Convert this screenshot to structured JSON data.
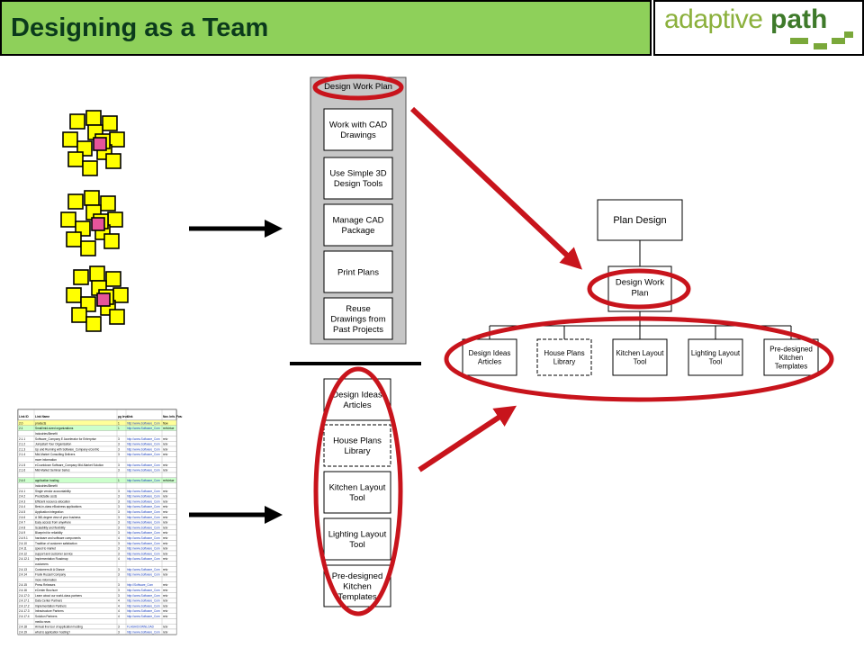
{
  "header": {
    "title": "Designing as a Team",
    "logo": {
      "adaptive": "adaptive",
      "path": "path"
    }
  },
  "work_plan": {
    "title": "Design Work Plan",
    "items": [
      [
        "Work with CAD",
        "Drawings"
      ],
      [
        "Use Simple 3D",
        "Design Tools"
      ],
      [
        "Manage CAD",
        "Package"
      ],
      [
        "Print Plans"
      ],
      [
        "Reuse",
        "Drawings from",
        "Past Projects"
      ]
    ]
  },
  "content_list": {
    "items": [
      [
        "Design Ideas",
        "Articles"
      ],
      [
        "House Plans",
        "Library"
      ],
      [
        "Kitchen Layout",
        "Tool"
      ],
      [
        "Lighting Layout",
        "Tool"
      ],
      [
        "Pre-designed",
        "Kitchen",
        "Templates"
      ]
    ]
  },
  "tree": {
    "root": "Plan Design",
    "mid": [
      "Design Work",
      "Plan"
    ],
    "leaves": [
      [
        "Design Ideas",
        "Articles"
      ],
      [
        "House Plans",
        "Library"
      ],
      [
        "Kitchen Layout",
        "Tool"
      ],
      [
        "Lighting Layout",
        "Tool"
      ],
      [
        "Pre-designed",
        "Kitchen",
        "Templates"
      ]
    ]
  },
  "spreadsheet": {
    "headers": [
      "Link ID",
      "Link Name",
      "pg level",
      "Link",
      "Nav. Info. Fwu"
    ],
    "rows": [
      [
        "2.0",
        "products",
        "1",
        "http://www.Software_Com",
        "flow"
      ],
      [
        "2.1",
        "Small/mid-sized organizations",
        "1",
        "http://www.Software_Com",
        "ret/virtue"
      ],
      [
        "",
        "Industries/Benefit",
        "",
        "",
        ""
      ],
      [
        "2.1.1",
        "Software_Company E Accelerator for Enterprise",
        "3",
        "http://www.Software_Com",
        "retv"
      ],
      [
        "2.1.2",
        "Jumpstart Your Organization",
        "3",
        "http://www.Software_Com",
        "retv"
      ],
      [
        "2.1.3",
        "Up and Running with Software_Company eCentric",
        "3",
        "http://www.Software_Com",
        "retv"
      ],
      [
        "2.1.4",
        "Mid-Market Consulting Delivers",
        "3",
        "http://www.Software_Com",
        "retv"
      ],
      [
        "",
        "more information",
        "",
        "",
        ""
      ],
      [
        "2.1.5",
        "eCountdown Software_Company Mid-Market Solution",
        "3",
        "http://www.Software_Com",
        "retv"
      ],
      [
        "2.1.6",
        "Mid-Market Seminar Series",
        "3",
        "http://www.Software_Com",
        "retv"
      ],
      [
        "",
        "",
        "",
        "",
        ""
      ],
      [
        "2.4.0",
        "application hosting",
        "1",
        "http://www.Software_Com",
        "ret/virtue"
      ],
      [
        "",
        "Industries/Benefit",
        "",
        "",
        ""
      ],
      [
        "2.4.1",
        "Single vendor accountability",
        "3",
        "http://www.Software_Com",
        "retv"
      ],
      [
        "2.4.2",
        "Predictable costs",
        "3",
        "http://www.Software_Com",
        "retv"
      ],
      [
        "2.4.3",
        "Efficient resource allocation",
        "3",
        "http://www.Software_Com",
        "retv"
      ],
      [
        "2.4.4",
        "Best-in-class eBusiness applications",
        "3",
        "http://www.Software_Com",
        "retv"
      ],
      [
        "2.4.5",
        "Application integration",
        "3",
        "http://www.Software_Com",
        "retv"
      ],
      [
        "2.4.6",
        "A 360-degree view of your business",
        "3",
        "http://www.Software_Com",
        "retv"
      ],
      [
        "2.4.7",
        "Easy access from anywhere",
        "3",
        "http://www.Software_Com",
        "retv"
      ],
      [
        "2.4.8",
        "Scalability and flexibility",
        "3",
        "http://www.Software_Com",
        "retv"
      ],
      [
        "2.4.9",
        "Blueprint for reliability",
        "3",
        "http://www.Software_Com",
        "retv"
      ],
      [
        "2.4.9.1",
        "hardware and software components",
        "4",
        "http://www.Software_Com",
        "retv"
      ],
      [
        "2.4.10",
        "Tradition of customer satisfaction",
        "3",
        "http://www.Software_Com",
        "retv"
      ],
      [
        "2.4.11",
        "speed to market",
        "3",
        "http://www.Software_Com",
        "retv"
      ],
      [
        "2.4.12",
        "support and customer service",
        "3",
        "http://www.Software_Com",
        "retv"
      ],
      [
        "2.4.12.1",
        "Implementation Roadmap",
        "4",
        "http://www.Software_Com",
        "retv"
      ],
      [
        "",
        "customers",
        "",
        "",
        ""
      ],
      [
        "2.4.13",
        "Customers At A Glance",
        "3",
        "http://www.Software_Com",
        "retv"
      ],
      [
        "2.4.14",
        "Frank Russell Company",
        "3",
        "http://www.Software_Com",
        "retv"
      ],
      [
        "",
        "more information",
        "",
        "",
        ""
      ],
      [
        "2.4.15",
        "Press Releases",
        "3",
        "http://Software_Com",
        "retv"
      ],
      [
        "2.4.16",
        "eCenter Brochure",
        "3",
        "http://www.Software_Com",
        "retv"
      ],
      [
        "2.4.17.0",
        "Learn about our world-class partners",
        "3",
        "http://www.Software_Com",
        "retv"
      ],
      [
        "2.4.17.1",
        "Data Center Partners",
        "4",
        "http://www.Software_Com",
        "retv"
      ],
      [
        "2.4.17.2",
        "Implementation Partners",
        "4",
        "http://www.Software_Com",
        "retv"
      ],
      [
        "2.4.17.3",
        "Infrastructure Partners",
        "4",
        "http://www.Software_Com",
        "retv"
      ],
      [
        "2.4.17.4",
        "Solution Partners",
        "4",
        "http://www.Software_Com",
        "retv"
      ],
      [
        "",
        "media news",
        "",
        "",
        ""
      ],
      [
        "2.4.18",
        "Annual live tour of application hosting",
        "3",
        "FLASH/DOWNLOAD",
        "retv"
      ],
      [
        "2.4.19",
        "what is application hosting?",
        "3",
        "http://www.Software_Com",
        "retv"
      ]
    ]
  },
  "colors": {
    "title_bar": "#8ed05a",
    "title_text": "#0b3a1c",
    "sticky_note": "#ffff00",
    "sticky_center": "#e6559b",
    "highlight_ellipse": "#c8141c",
    "panel_gray": "#c6c6c6",
    "sheet_green": "#ccffcc",
    "sheet_yellow": "#ffff99"
  },
  "icons": [
    "sticky-note-cluster-icon",
    "arrow-right-icon",
    "red-pointer-arrow-icon",
    "highlight-ellipse-icon",
    "spreadsheet-icon"
  ]
}
